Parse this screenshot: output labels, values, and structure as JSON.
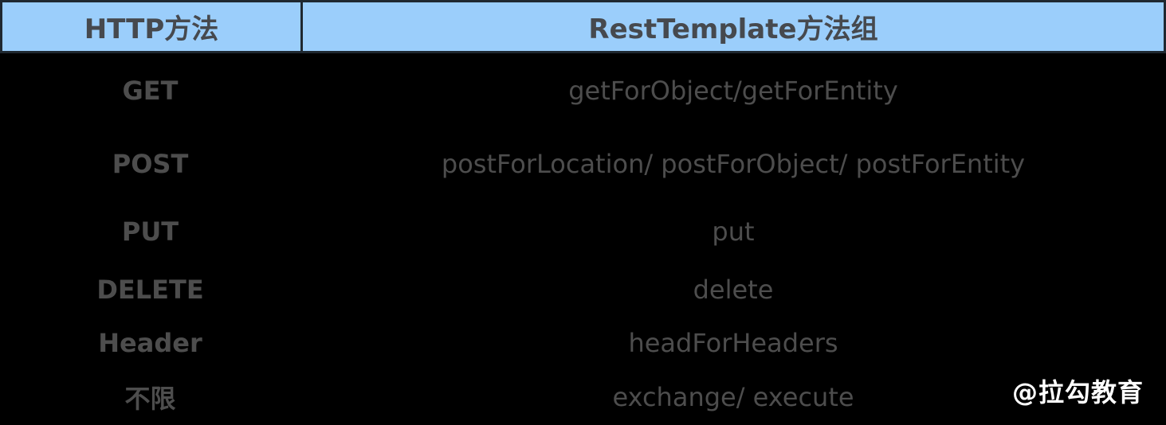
{
  "table": {
    "columns": [
      "HTTP方法",
      "RestTemplate方法组"
    ],
    "rows": [
      {
        "method": "GET",
        "methods": "getForObject/getForEntity"
      },
      {
        "method": "POST",
        "methods": "postForLocation/ postForObject/ postForEntity"
      },
      {
        "method": "PUT",
        "methods": "put"
      },
      {
        "method": "DELETE",
        "methods": "delete"
      },
      {
        "method": "Header",
        "methods": "headForHeaders"
      },
      {
        "method": "不限",
        "methods": "exchange/ execute"
      }
    ]
  },
  "watermark": "@拉勾教育",
  "colors": {
    "background": "#000000",
    "header_bg": "#9bcefb",
    "header_text": "#46494e",
    "body_text": "#4d4d4d",
    "border": "#1f2830",
    "watermark_color": "#ffffff"
  }
}
